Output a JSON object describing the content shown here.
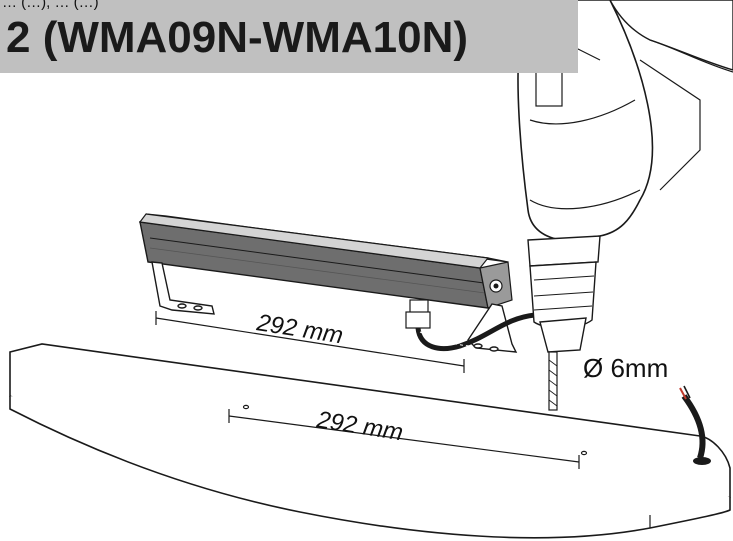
{
  "header": {
    "clipped_text": "… (…), … (…)",
    "title": "2 (WMA09N-WMA10N)"
  },
  "diagram": {
    "fixture_dimension": "292 mm",
    "surface_dimension": "292 mm",
    "drill_hole_diameter": "Ø 6mm"
  },
  "colors": {
    "title_background": "#c0c0c0",
    "fixture_body": "#6e6e6e",
    "line": "#1a1a1a",
    "cable_accent": "#c0392b"
  },
  "icons": [
    "drill-icon",
    "led-fixture-icon",
    "mounting-bracket-icon",
    "cable-gland-icon"
  ]
}
